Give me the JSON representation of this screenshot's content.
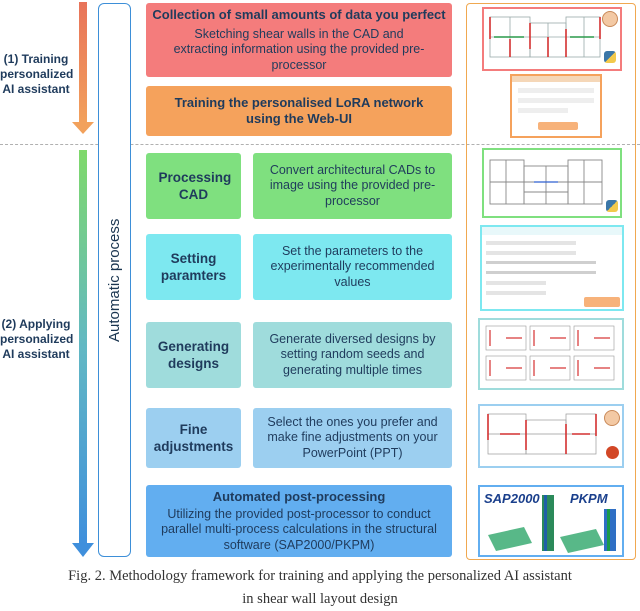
{
  "phases": {
    "training_label": "(1) Training personalized AI assistant",
    "applying_label": "(2) Applying personalized AI assistant"
  },
  "automatic_process_label": "Automatic process",
  "steps": {
    "collection": {
      "title": "Collection of small amounts of data you perfect",
      "desc": "Sketching shear walls in the CAD and extracting information using the provided pre-processor"
    },
    "training": {
      "title": "Training the personalised LoRA network using the Web-UI"
    },
    "processing": {
      "title": "Processing CAD",
      "desc": "Convert architectural CADs to image using the provided pre-processor"
    },
    "setting": {
      "title": "Setting paramters",
      "desc": "Set the parameters to the experimentally recommended values"
    },
    "generating": {
      "title": "Generating designs",
      "desc": "Generate diversed designs by setting random seeds and generating multiple times"
    },
    "fine": {
      "title": "Fine adjustments",
      "desc": "Select the ones you prefer and make fine adjustments on your PowerPoint (PPT)"
    },
    "post": {
      "title": "Automated post-processing",
      "desc": "Utilizing the provided post-processor to conduct parallel multi-process calculations in the structural software (SAP2000/PKPM)"
    }
  },
  "logos": {
    "sap": "SAP2000",
    "pkpm": "PKPM"
  },
  "caption": {
    "line1": "Fig. 2. Methodology framework for training and applying the personalized AI assistant",
    "line2": "in shear wall layout design"
  },
  "colors": {
    "collection_bg": "#f47c7c",
    "training_bg": "#f5a25c",
    "green_bg": "#7fe07f",
    "cyan_bg": "#7de8f0",
    "teal_bg": "#9fdcdc",
    "light_blue_bg": "#9ccff0",
    "blue_bg": "#62aef0",
    "right_panel_border": "#f0a850"
  }
}
